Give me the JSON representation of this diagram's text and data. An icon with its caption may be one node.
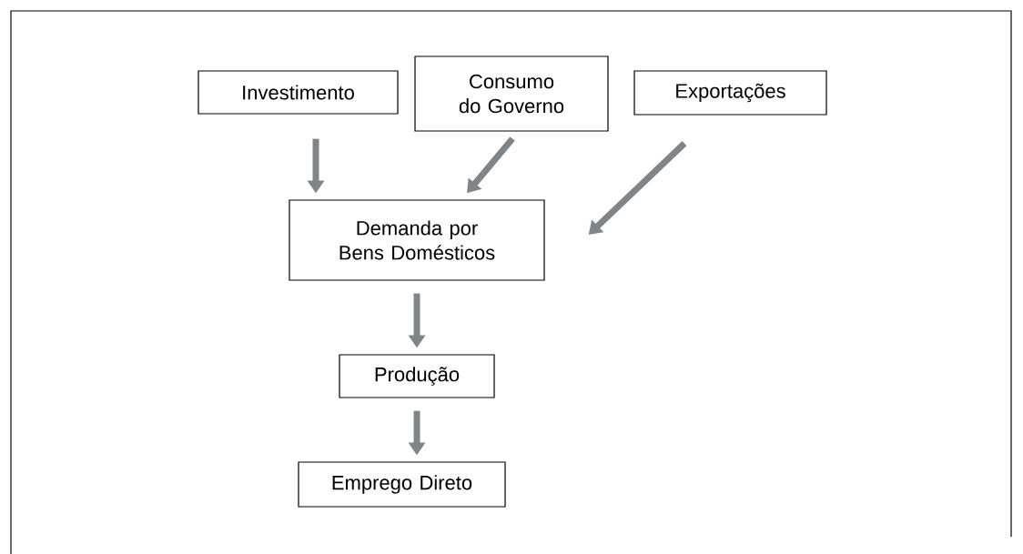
{
  "diagram": {
    "nodes": [
      {
        "text": [
          "Investimento"
        ]
      },
      {
        "text": [
          "Consumo do Governo"
        ]
      },
      {
        "text": [
          "Exportações"
        ]
      },
      {
        "text": [
          "Demanda por Bens Domésticos"
        ]
      },
      {
        "text": [
          "Produção"
        ]
      },
      {
        "text": [
          "Emprego Direto"
        ]
      }
    ],
    "edges": [
      {
        "from": 0,
        "to": 3,
        "arrow": "to"
      },
      {
        "from": 1,
        "to": 3,
        "arrow": "to"
      },
      {
        "from": 2,
        "to": 3,
        "arrow": "to"
      },
      {
        "from": 3,
        "to": 4,
        "arrow": "to"
      },
      {
        "from": 4,
        "to": 5,
        "arrow": "to"
      }
    ]
  }
}
